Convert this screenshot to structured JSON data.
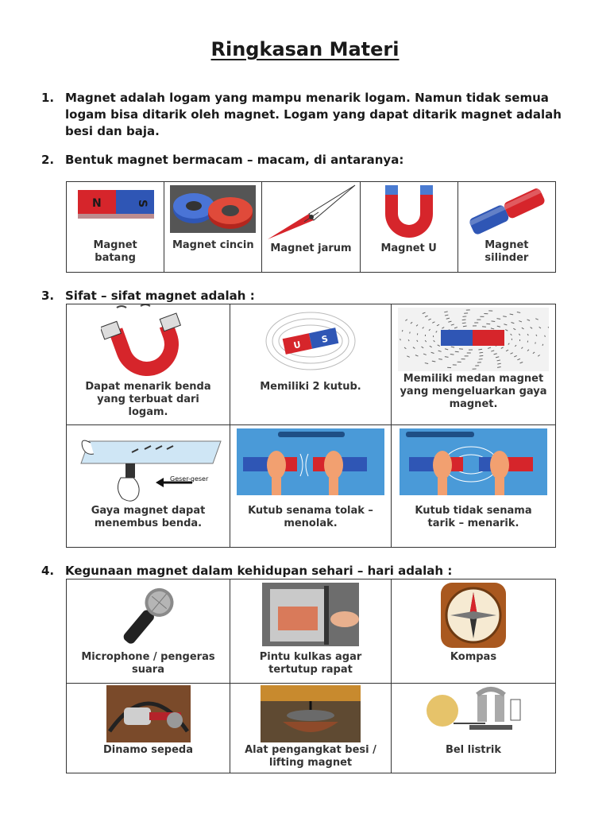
{
  "title": "Ringkasan Materi",
  "points": [
    {
      "num": "1.",
      "text": "Magnet adalah logam yang mampu menarik logam. Namun tidak semua logam bisa ditarik oleh magnet. Logam yang dapat ditarik magnet adalah besi dan baja."
    },
    {
      "num": "2.",
      "text": "Bentuk magnet bermacam – macam, di antaranya:"
    },
    {
      "num": "3.",
      "text": "Sifat – sifat magnet adalah :"
    },
    {
      "num": "4.",
      "text": "Kegunaan magnet dalam kehidupan sehari – hari adalah :"
    }
  ],
  "shapes": [
    {
      "caption": "Magnet batang",
      "image": "bar-magnet"
    },
    {
      "caption": "Magnet cincin",
      "image": "ring-magnet"
    },
    {
      "caption": "Magnet jarum",
      "image": "needle-magnet"
    },
    {
      "caption": "Magnet U",
      "image": "u-magnet"
    },
    {
      "caption": "Magnet silinder",
      "image": "cylinder-magnet"
    }
  ],
  "bar_letters": {
    "n": "N",
    "s": "S",
    "u": "U",
    "s2": "S"
  },
  "properties": [
    {
      "caption": "Dapat menarik benda yang terbuat dari logam.",
      "image": "horseshoe-attracting-clips"
    },
    {
      "caption": "Memiliki 2 kutub.",
      "image": "bar-magnet-field-lines"
    },
    {
      "caption": "Memiliki medan magnet yang mengeluarkan gaya magnet.",
      "image": "iron-filings-field"
    },
    {
      "caption": "Gaya magnet dapat menembus benda.",
      "image": "magnet-through-glass"
    },
    {
      "caption": "Kutub senama tolak – menolak.",
      "image": "like-poles-repel"
    },
    {
      "caption": "Kutub tidak senama tarik – menarik.",
      "image": "unlike-poles-attract"
    }
  ],
  "geser_label": "Geser-geser",
  "uses": [
    {
      "caption": "Microphone / pengeras suara",
      "image": "microphone"
    },
    {
      "caption": "Pintu kulkas agar tertutup rapat",
      "image": "fridge-door"
    },
    {
      "caption": "Kompas",
      "image": "compass"
    },
    {
      "caption": "Dinamo sepeda",
      "image": "bicycle-dynamo"
    },
    {
      "caption": "Alat pengangkat besi / lifting magnet",
      "image": "lifting-magnet"
    },
    {
      "caption": "Bel listrik",
      "image": "electric-bell"
    }
  ],
  "colors": {
    "red": "#d6252b",
    "blue": "#2f56b5",
    "panel_blue": "#4a9ad8"
  }
}
